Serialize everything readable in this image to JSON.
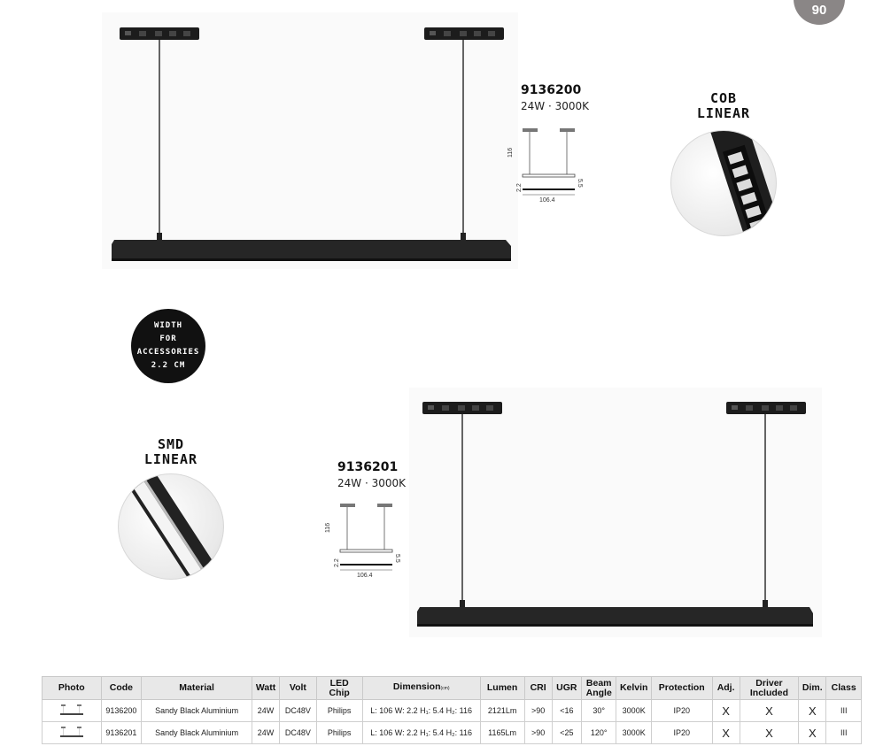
{
  "page": {
    "number": "90"
  },
  "models": [
    {
      "code": "9136200",
      "spec": "24W · 3000K"
    },
    {
      "code": "9136201",
      "spec": "24W · 3000K"
    }
  ],
  "features": {
    "cob": {
      "line1": "COB",
      "line2": "LINEAR"
    },
    "smd": {
      "line1": "SMD",
      "line2": "LINEAR"
    }
  },
  "width_badge": {
    "lines": [
      "WIDTH",
      "FOR",
      "ACCESSORIES",
      "2.2 CM"
    ]
  },
  "dimensions": {
    "height": "116",
    "body_height": "5.5",
    "width": "2.2",
    "length": "106.4"
  },
  "table": {
    "headers": {
      "photo": "Photo",
      "code": "Code",
      "material": "Material",
      "watt": "Watt",
      "volt": "Volt",
      "led_chip": "LED Chip",
      "dimension": "Dimension",
      "dimension_unit": "(cm)",
      "lumen": "Lumen",
      "cri": "CRI",
      "ugr": "UGR",
      "beam_l1": "Beam",
      "beam_l2": "Angle",
      "kelvin": "Kelvin",
      "protection": "Protection",
      "adj": "Adj.",
      "driver_l1": "Driver",
      "driver_l2": "Included",
      "dim": "Dim.",
      "class": "Class"
    },
    "rows": [
      {
        "code": "9136200",
        "material": "Sandy Black Aluminium",
        "watt": "24W",
        "volt": "DC48V",
        "led_chip": "Philips",
        "dimension": "L: 106 W: 2.2 H₁: 5.4 H₂: 116",
        "lumen": "2121Lm",
        "cri": ">90",
        "ugr": "<16",
        "beam": "30°",
        "kelvin": "3000K",
        "protection": "IP20",
        "adj": "X",
        "driver": "X",
        "dim": "X",
        "class": "III"
      },
      {
        "code": "9136201",
        "material": "Sandy Black Aluminium",
        "watt": "24W",
        "volt": "DC48V",
        "led_chip": "Philips",
        "dimension": "L: 106 W: 2.2 H₁: 5.4 H₂: 116",
        "lumen": "1165Lm",
        "cri": ">90",
        "ugr": "<25",
        "beam": "120°",
        "kelvin": "3000K",
        "protection": "IP20",
        "adj": "X",
        "driver": "X",
        "dim": "X",
        "class": "III"
      }
    ]
  }
}
